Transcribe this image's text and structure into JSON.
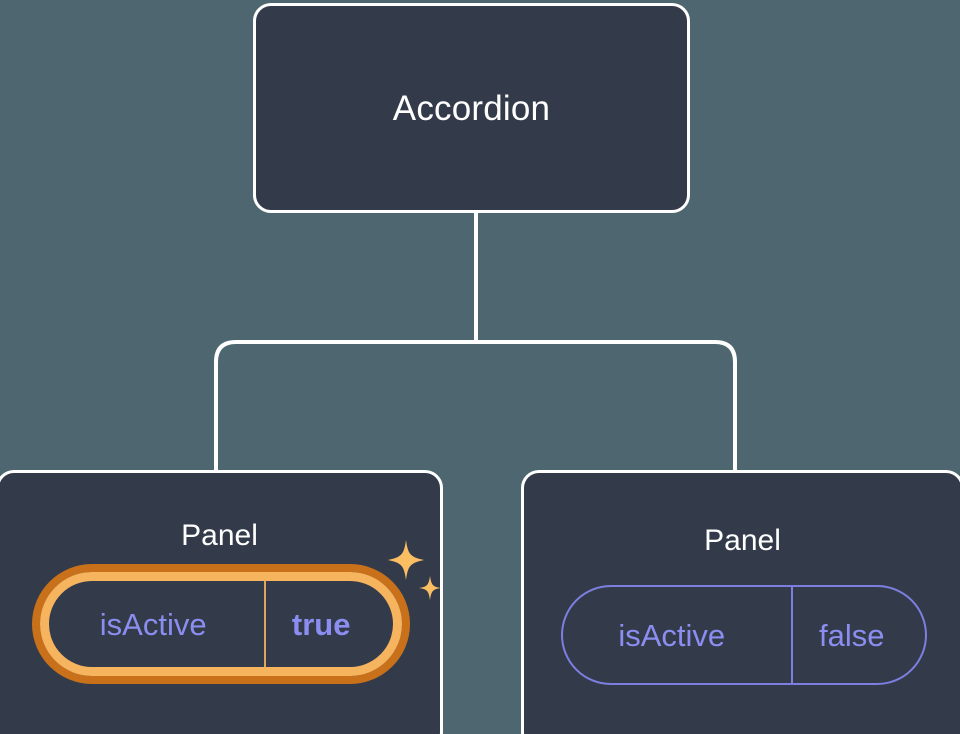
{
  "diagram": {
    "type": "component-tree",
    "background_color": "#4d6670",
    "node_fill_color": "#333b4a",
    "node_border_color": "#ffffff",
    "connector_color": "#ffffff",
    "prop_text_color": "#8b8ef0",
    "prop_border_color": "#7c7fe0",
    "highlight_outer_color": "#c8711a",
    "highlight_inner_color": "#f7b45f",
    "sparkle_color": "#fbbf63"
  },
  "root": {
    "title": "Accordion"
  },
  "children": [
    {
      "title": "Panel",
      "highlighted": true,
      "prop": {
        "name": "isActive",
        "value": "true"
      }
    },
    {
      "title": "Panel",
      "highlighted": false,
      "prop": {
        "name": "isActive",
        "value": "false"
      }
    }
  ]
}
